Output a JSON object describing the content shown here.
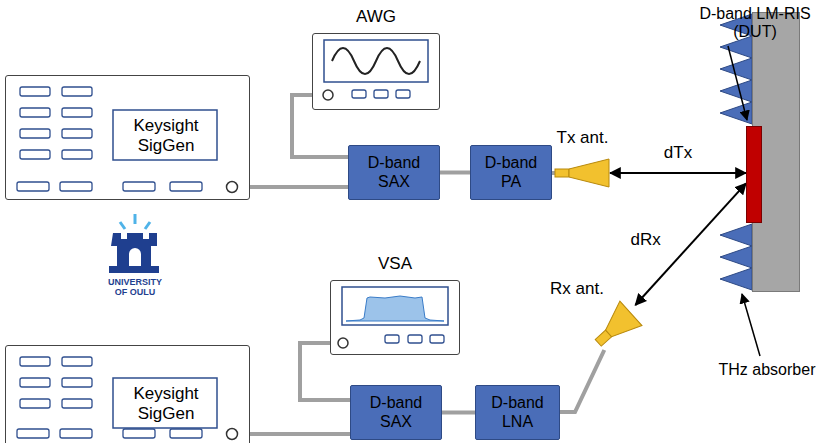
{
  "diagram": {
    "nodes": [
      {
        "text": [
          "Keysight SigGen"
        ]
      },
      {
        "text": [
          "AWG"
        ]
      },
      {
        "text": [
          "D-band SAX"
        ]
      },
      {
        "text": [
          "D-band PA"
        ]
      },
      {
        "text": [
          "Tx ant."
        ]
      },
      {
        "text": [
          "THz absorber"
        ]
      },
      {
        "text": [
          "D-band LM-RIS (DUT)"
        ],
        "in": 5
      },
      {
        "text": [
          "VSA"
        ]
      },
      {
        "text": [
          "Keysight SigGen"
        ]
      },
      {
        "text": [
          "D-band SAX"
        ]
      },
      {
        "text": [
          "D-band LNA"
        ]
      },
      {
        "text": [
          "Rx ant."
        ]
      }
    ],
    "edges": [
      {
        "from": 1,
        "to": 2,
        "arrow": "none"
      },
      {
        "from": 0,
        "to": 2,
        "arrow": "none"
      },
      {
        "from": 2,
        "to": 3,
        "arrow": "none"
      },
      {
        "from": 3,
        "to": 4,
        "arrow": "none"
      },
      {
        "from": 4,
        "to": 6,
        "label": "dTx",
        "arrow": "both"
      },
      {
        "from": 6,
        "to": 11,
        "label": "dRx",
        "arrow": "both"
      },
      {
        "from": 7,
        "to": 9,
        "arrow": "none"
      },
      {
        "from": 8,
        "to": 9,
        "arrow": "none"
      },
      {
        "from": 9,
        "to": 10,
        "arrow": "none"
      },
      {
        "from": 10,
        "to": 11,
        "arrow": "none"
      }
    ],
    "labels": [
      "UNIVERSITY OF OULU"
    ]
  }
}
